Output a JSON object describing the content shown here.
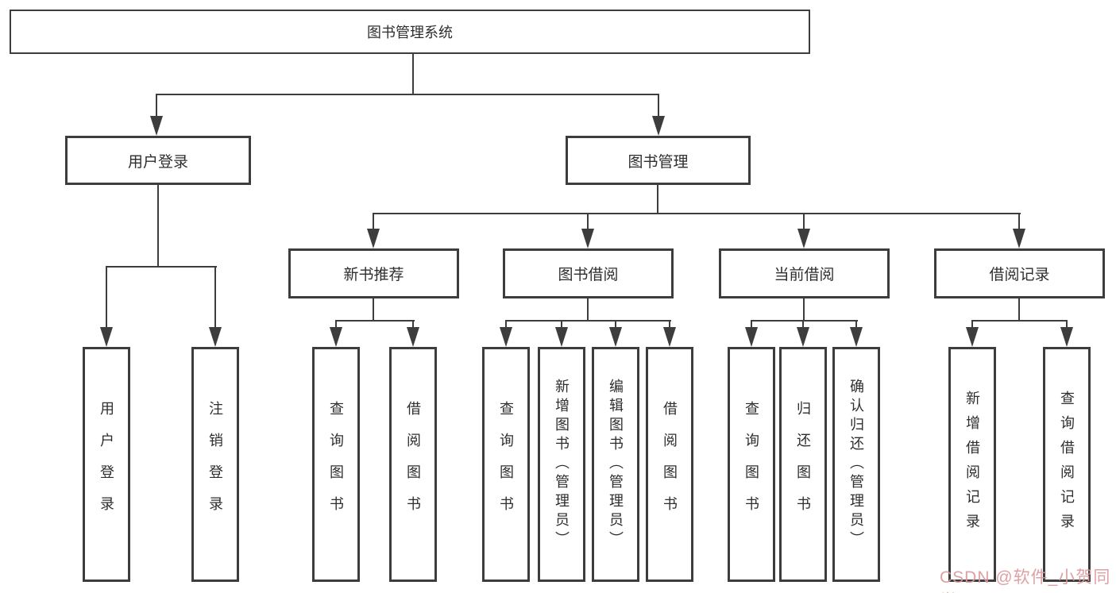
{
  "diagram": {
    "nodes": {
      "root": "图书管理系统",
      "user_login": "用户登录",
      "book_mgmt": "图书管理",
      "new_book": "新书推荐",
      "book_borrow": "图书借阅",
      "current_borrow": "当前借阅",
      "borrow_record": "借阅记录",
      "leaf_user_login": "用户登录",
      "leaf_logout": "注销登录",
      "leaf_nb_query": "查询图书",
      "leaf_nb_borrow": "借阅图书",
      "leaf_bb_query": "查询图书",
      "leaf_bb_add": "新增图书（管理员）",
      "leaf_bb_edit": "编辑图书（管理员）",
      "leaf_bb_borrow": "借阅图书",
      "leaf_cb_query": "查询图书",
      "leaf_cb_return": "归还图书",
      "leaf_cb_confirm": "确认归还（管理员）",
      "leaf_br_add": "新增借阅记录",
      "leaf_br_query": "查询借阅记录"
    },
    "tree": {
      "图书管理系统": {
        "用户登录": [
          "用户登录",
          "注销登录"
        ],
        "图书管理": {
          "新书推荐": [
            "查询图书",
            "借阅图书"
          ],
          "图书借阅": [
            "查询图书",
            "新增图书（管理员）",
            "编辑图书（管理员）",
            "借阅图书"
          ],
          "当前借阅": [
            "查询图书",
            "归还图书",
            "确认归还（管理员）"
          ],
          "借阅记录": [
            "新增借阅记录",
            "查询借阅记录"
          ]
        }
      }
    },
    "colors": {
      "line": "#3d3d3d",
      "text": "#2e2e2e",
      "watermark": "#dd989b"
    }
  },
  "watermark": {
    "text": "CSDN @软件_小贺同学"
  }
}
